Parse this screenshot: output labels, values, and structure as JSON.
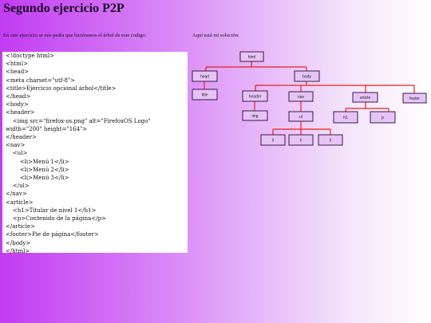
{
  "page": {
    "title": "Segundo ejercicio P2P",
    "intro": "En este ejercicio se nos pedía que hiciéramos el árbol de este codigo:",
    "solution_label": "Aquí está mi solución:"
  },
  "code_lines": [
    "<!doctype html>",
    "<html>",
    "<head>",
    "<meta charset=\"utf-8\">",
    "<title>Ejercicio opcional árbol</title>",
    "</head>",
    "<body>",
    "<header>",
    "    <img src=\"firefox-os.png\" alt=\"FirefoxOS Logo\" width=\"200\" height=\"164\">",
    "</header>",
    "<nav>",
    "    <ul>",
    "        <li>Menú 1</li>",
    "        <li>Menú 2</li>",
    "        <li>Menú 3</li>",
    "    </ul>",
    "</nav>",
    "<article>",
    "    <h1>Titular de nivel 1</h1>",
    "    <p>Contenido de la página</p>",
    "</article>",
    "<footer>Pie de página</footer>",
    "</body>",
    "</html>"
  ],
  "tree": {
    "html": "html",
    "head": "head",
    "body": "body",
    "title": "title",
    "header": "header",
    "nav": "nav",
    "article": "article",
    "footer": "footer",
    "img": "img",
    "ul": "ul",
    "h1": "h1",
    "p": "p",
    "li": [
      "li",
      "li",
      "li"
    ]
  },
  "colors": {
    "edge": "#e8201c",
    "node_fill": "#e6c4f6"
  }
}
